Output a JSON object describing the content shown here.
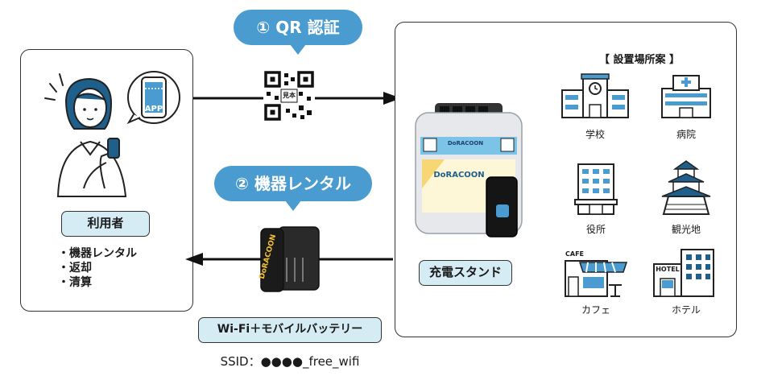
{
  "steps": {
    "qr_label": "① QR 認証",
    "rental_label": "② 機器レンタル"
  },
  "qr": {
    "stamp": "見本"
  },
  "phone": {
    "app_label": "APP"
  },
  "user": {
    "title": "利用者",
    "items": [
      "・機器レンタル",
      "・返却",
      "・清算"
    ]
  },
  "station": {
    "title": "充電スタンド",
    "brand": "DoRACOON"
  },
  "battery": {
    "title": "Wi-Fi＋モバイルバッテリー",
    "brand": "DoRACOON",
    "ssid": "SSID：●●●●_free_wifi"
  },
  "locations": {
    "header": "【 設置場所案 】",
    "items": [
      {
        "label": "学校",
        "icon": "school-icon"
      },
      {
        "label": "病院",
        "icon": "hospital-icon"
      },
      {
        "label": "役所",
        "icon": "city-office-icon"
      },
      {
        "label": "観光地",
        "icon": "castle-icon"
      },
      {
        "label": "カフェ",
        "icon": "cafe-icon",
        "sign": "CAFE"
      },
      {
        "label": "ホテル",
        "icon": "hotel-icon",
        "sign": "HOTEL"
      }
    ]
  },
  "colors": {
    "accent": "#4a9bcf",
    "tag_fill": "#d6ecf5",
    "ink": "#1a1a1a"
  }
}
